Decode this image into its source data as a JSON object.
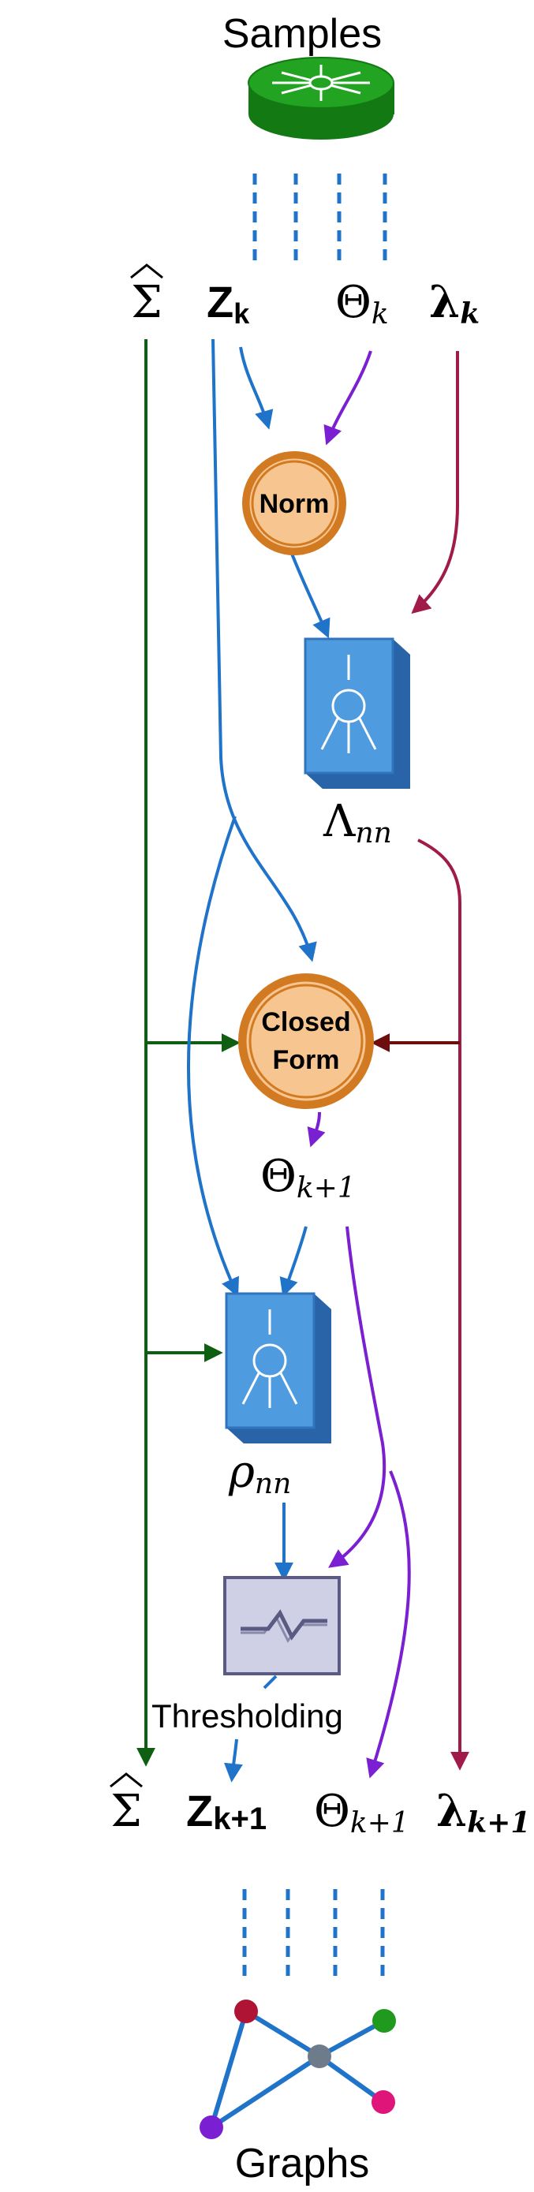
{
  "top_label": "Samples",
  "bottom_label": "Graphs",
  "inputs": {
    "sigma": "Σ",
    "z": "Z",
    "z_sub": "k",
    "theta": "Θ",
    "theta_sub": "k",
    "lambda": "λ",
    "lambda_sub": "k"
  },
  "outputs": {
    "sigma": "Σ",
    "z": "Z",
    "z_sub": "k+1",
    "theta": "Θ",
    "theta_sub": "k+1",
    "lambda": "λ",
    "lambda_sub": "k+1"
  },
  "nodes": {
    "norm": "Norm",
    "closed_form_line1": "Closed",
    "closed_form_line2": "Form",
    "thresholding": "Thresholding",
    "lambda_nn": "Λ",
    "lambda_nn_sub": "nn",
    "theta_mid": "Θ",
    "theta_mid_sub": "k+1",
    "rho_nn": "ρ",
    "rho_nn_sub": "nn"
  },
  "colors": {
    "blue": "#1f74c9",
    "purple": "#7a1fd1",
    "green": "#0f5f12",
    "crimson": "#a01a4a",
    "darkred": "#6e0d0d",
    "orange_fill": "#f7c690",
    "orange_ring": "#d27a22",
    "box_fill": "#4f9be0",
    "box_side": "#2f74bd",
    "thresh_fill": "#cfcfe6",
    "thresh_stroke": "#5a5a82",
    "router_green": "#1f9a1f"
  }
}
